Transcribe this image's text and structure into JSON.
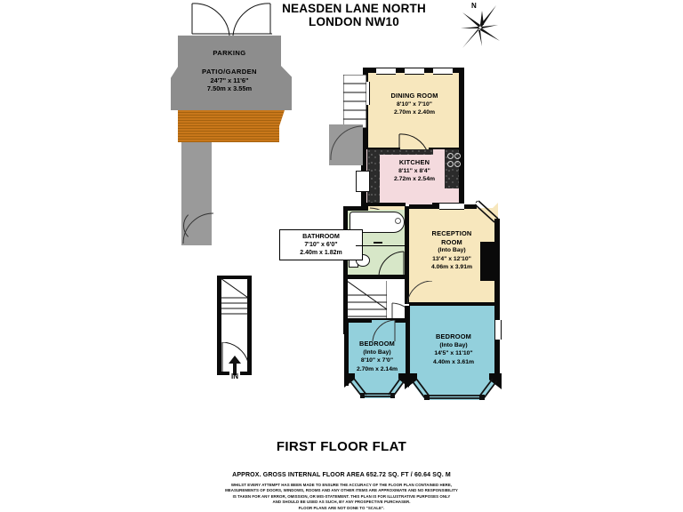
{
  "header": {
    "address_line1": "NEASDEN LANE NORTH",
    "address_line2": "LONDON NW10",
    "compass_north": "N",
    "compass_icon": "compass-rose-icon"
  },
  "outdoor": {
    "parking_label": "PARKING",
    "patio": {
      "name": "PATIO/GARDEN",
      "dim_imperial": "24'7\" x 11'6\"",
      "dim_metric": "7.50m x 3.55m"
    }
  },
  "entrance": {
    "in_label": "IN",
    "arrow_icon": "up-arrow-icon"
  },
  "rooms": [
    {
      "key": "dining",
      "name": "DINING ROOM",
      "note": "",
      "dim_imperial": "8'10\" x 7'10\"",
      "dim_metric": "2.70m x 2.40m",
      "fill": "#f7e7bd"
    },
    {
      "key": "kitchen",
      "name": "KITCHEN",
      "note": "",
      "dim_imperial": "8'11\" x 8'4\"",
      "dim_metric": "2.72m x 2.54m",
      "fill": "#f4dade"
    },
    {
      "key": "bathroom",
      "name": "BATHROOM",
      "note": "",
      "dim_imperial": "7'10\" x 6'0\"",
      "dim_metric": "2.40m x 1.82m",
      "fill": "#d7e7c8"
    },
    {
      "key": "reception",
      "name": "RECEPTION",
      "name2": "ROOM",
      "note": "(Into Bay)",
      "dim_imperial": "13'4\" x 12'10\"",
      "dim_metric": "4.06m x 3.91m",
      "fill": "#f7e7bd"
    },
    {
      "key": "bedroom_small",
      "name": "BEDROOM",
      "note": "(Into Bay)",
      "dim_imperial": "8'10\" x 7'0\"",
      "dim_metric": "2.70m x 2.14m",
      "fill": "#93d0dc"
    },
    {
      "key": "bedroom_large",
      "name": "BEDROOM",
      "note": "(Into Bay)",
      "dim_imperial": "14'5\" x 11'10\"",
      "dim_metric": "4.40m x 3.61m",
      "fill": "#93d0dc"
    }
  ],
  "footer": {
    "floor_name": "FIRST FLOOR FLAT",
    "area_line": "APPROX. GROSS INTERNAL FLOOR AREA 652.72 SQ. FT / 60.64 SQ. M",
    "disclaimer_line1": "WHILST EVERY ATTEMPT HAS BEEN MADE TO ENSURE THE ACCURACY OF THE FLOOR PLAN CONTAINED HERE,",
    "disclaimer_line2": "MEASUREMENTS OF DOORS, WINDOWS, ROOMS AND ANY OTHER ITEMS ARE APPROXIMATE AND NO RESPONSIBILITY",
    "disclaimer_line3": "IS TAKEN FOR ANY ERROR, OMISSION, OR MIS-STATEMENT. THIS PLAN IS FOR ILLUSTRATIVE PURPOSES ONLY",
    "disclaimer_line4": "AND SHOULD BE USED AS SUCH, BY ANY PROSPECTIVE PURCHASER.",
    "disclaimer_line5": "FLOOR PLANS ARE NOT DONE TO \"SCALE\"."
  },
  "colors": {
    "wall": "#0a0a0a",
    "cream": "#f7e7bd",
    "pink": "#f4dade",
    "green": "#d7e7c8",
    "teal": "#93d0dc",
    "grey_paving": "#8d8d8d",
    "decking": "#c8771a"
  }
}
